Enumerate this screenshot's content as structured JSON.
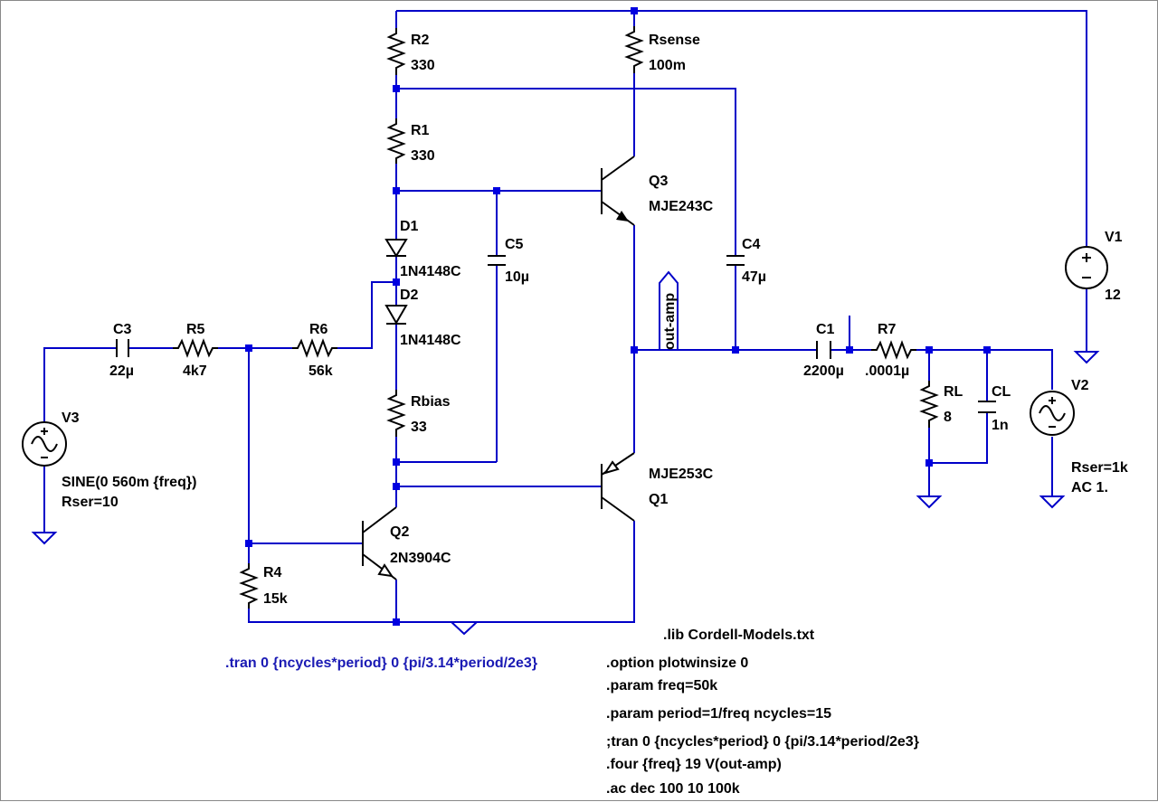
{
  "components": {
    "R2": {
      "name": "R2",
      "value": "330"
    },
    "R1": {
      "name": "R1",
      "value": "330"
    },
    "Rsense": {
      "name": "Rsense",
      "value": "100m"
    },
    "Q3": {
      "name": "Q3",
      "model": "MJE243C"
    },
    "D1": {
      "name": "D1",
      "model": "1N4148C"
    },
    "D2": {
      "name": "D2",
      "model": "1N4148C"
    },
    "C5": {
      "name": "C5",
      "value": "10µ"
    },
    "C4": {
      "name": "C4",
      "value": "47µ"
    },
    "V1": {
      "name": "V1",
      "value": "12"
    },
    "C3": {
      "name": "C3",
      "value": "22µ"
    },
    "R5": {
      "name": "R5",
      "value": "4k7"
    },
    "R6": {
      "name": "R6",
      "value": "56k"
    },
    "Rbias": {
      "name": "Rbias",
      "value": "33"
    },
    "V3": {
      "name": "V3",
      "value": "SINE(0 560m {freq})",
      "rser": "Rser=10"
    },
    "C1": {
      "name": "C1",
      "value": "2200µ"
    },
    "R7": {
      "name": "R7",
      "value": ".0001µ"
    },
    "RL": {
      "name": "RL",
      "value": "8"
    },
    "CL": {
      "name": "CL",
      "value": "1n"
    },
    "V2": {
      "name": "V2",
      "rser": "Rser=1k",
      "ac": "AC 1."
    },
    "Q1": {
      "name": "Q1",
      "model": "MJE253C"
    },
    "Q2": {
      "name": "Q2",
      "model": "2N3904C"
    },
    "R4": {
      "name": "R4",
      "value": "15k"
    }
  },
  "net_labels": {
    "out_amp": "out-amp"
  },
  "directives": {
    "tran": ".tran 0 {ncycles*period} 0 {pi/3.14*period/2e3}",
    "lib": ".lib Cordell-Models.txt",
    "lines": [
      ".option plotwinsize 0",
      ".param freq=50k",
      ".param period=1/freq ncycles=15",
      ";tran 0 {ncycles*period} 0 {pi/3.14*period/2e3}",
      ".four {freq} 19 V(out-amp)",
      ".ac dec 100 10 100k"
    ]
  },
  "colors": {
    "wire": "#0000c8",
    "component": "#000000",
    "junction": "#0000e0",
    "directive": "#1a1ab4"
  }
}
